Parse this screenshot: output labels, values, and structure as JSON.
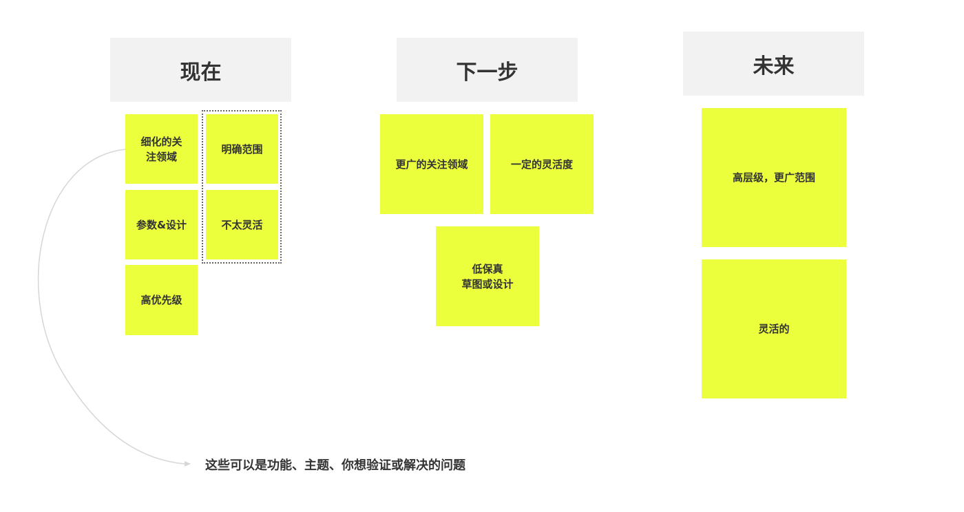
{
  "columns": [
    {
      "title": "现在",
      "notes": [
        "细化的关\n注领域",
        "参数&设计",
        "高优先级",
        "明确范围",
        "不太灵活"
      ]
    },
    {
      "title": "下一步",
      "notes": [
        "更广的关注领域",
        "一定的灵活度",
        "低保真\n草图或设计"
      ]
    },
    {
      "title": "未来",
      "notes": [
        "高层级，更广范围",
        "灵活的"
      ]
    }
  ],
  "caption": "这些可以是功能、主题、你想验证或解决的问题",
  "colors": {
    "note": "#ebff3d",
    "header": "#f2f2f2"
  }
}
